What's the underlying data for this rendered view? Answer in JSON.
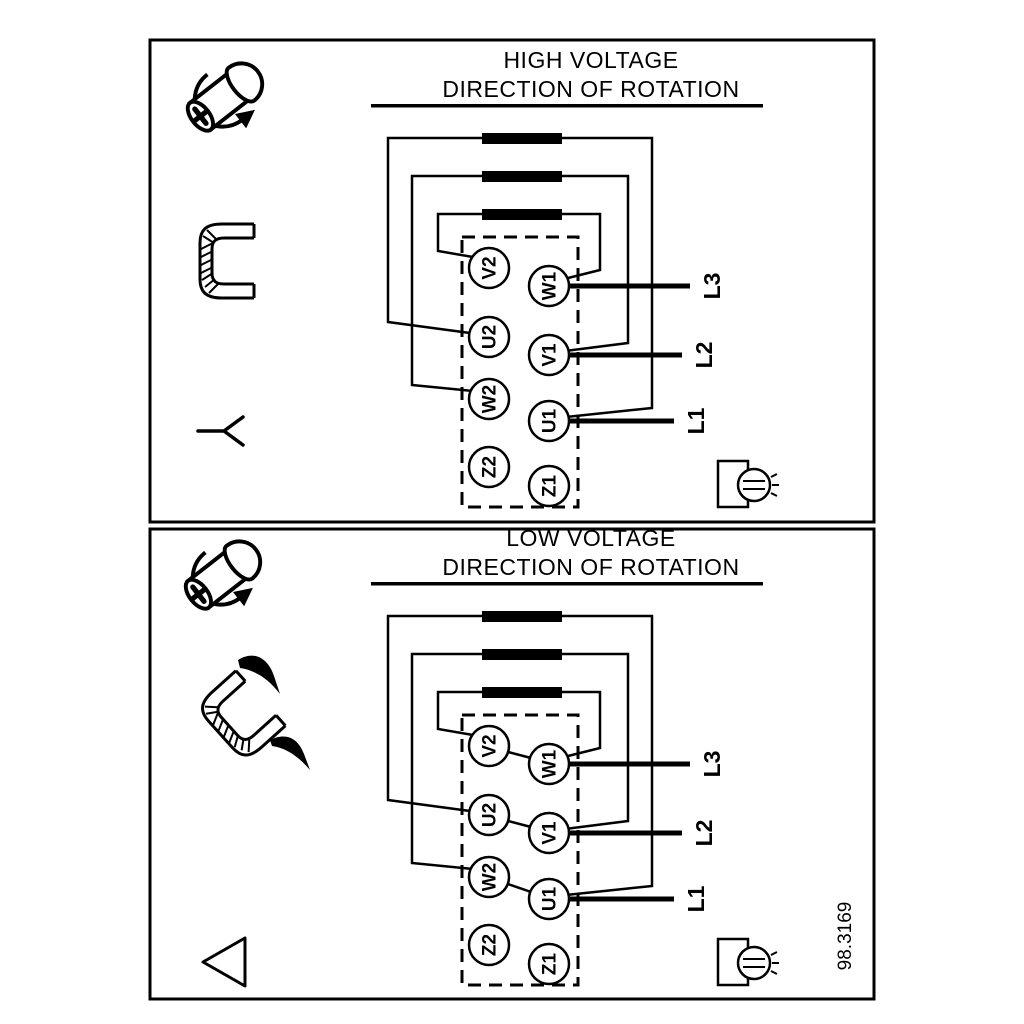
{
  "figure_number": "98.3169",
  "colors": {
    "line": "#000000",
    "background": "#ffffff"
  },
  "panels": [
    {
      "id": "high-voltage",
      "title_line1": "HIGH VOLTAGE",
      "title_line2": "DIRECTION OF ROTATION",
      "connection_symbol": "star",
      "terminals_left": [
        "V2",
        "U2",
        "W2",
        "Z2"
      ],
      "terminals_right": [
        "W1",
        "V1",
        "U1",
        "Z1"
      ],
      "supply_lines": [
        "L3",
        "L2",
        "L1"
      ]
    },
    {
      "id": "low-voltage",
      "title_line1": "LOW VOLTAGE",
      "title_line2": "DIRECTION OF ROTATION",
      "connection_symbol": "delta",
      "terminals_left": [
        "V2",
        "U2",
        "W2",
        "Z2"
      ],
      "terminals_right": [
        "W1",
        "V1",
        "U1",
        "Z1"
      ],
      "supply_lines": [
        "L3",
        "L2",
        "L1"
      ]
    }
  ],
  "icons": {
    "screw_rotation": "screw-with-rotation-arrow-icon",
    "jumper_link": "jumper-link-icon",
    "jumper_link_open": "bent-jumper-link-icon",
    "star_connection": "star-connection-icon",
    "delta_connection": "delta-connection-icon",
    "terminal_screw": "terminal-screw-icon"
  }
}
